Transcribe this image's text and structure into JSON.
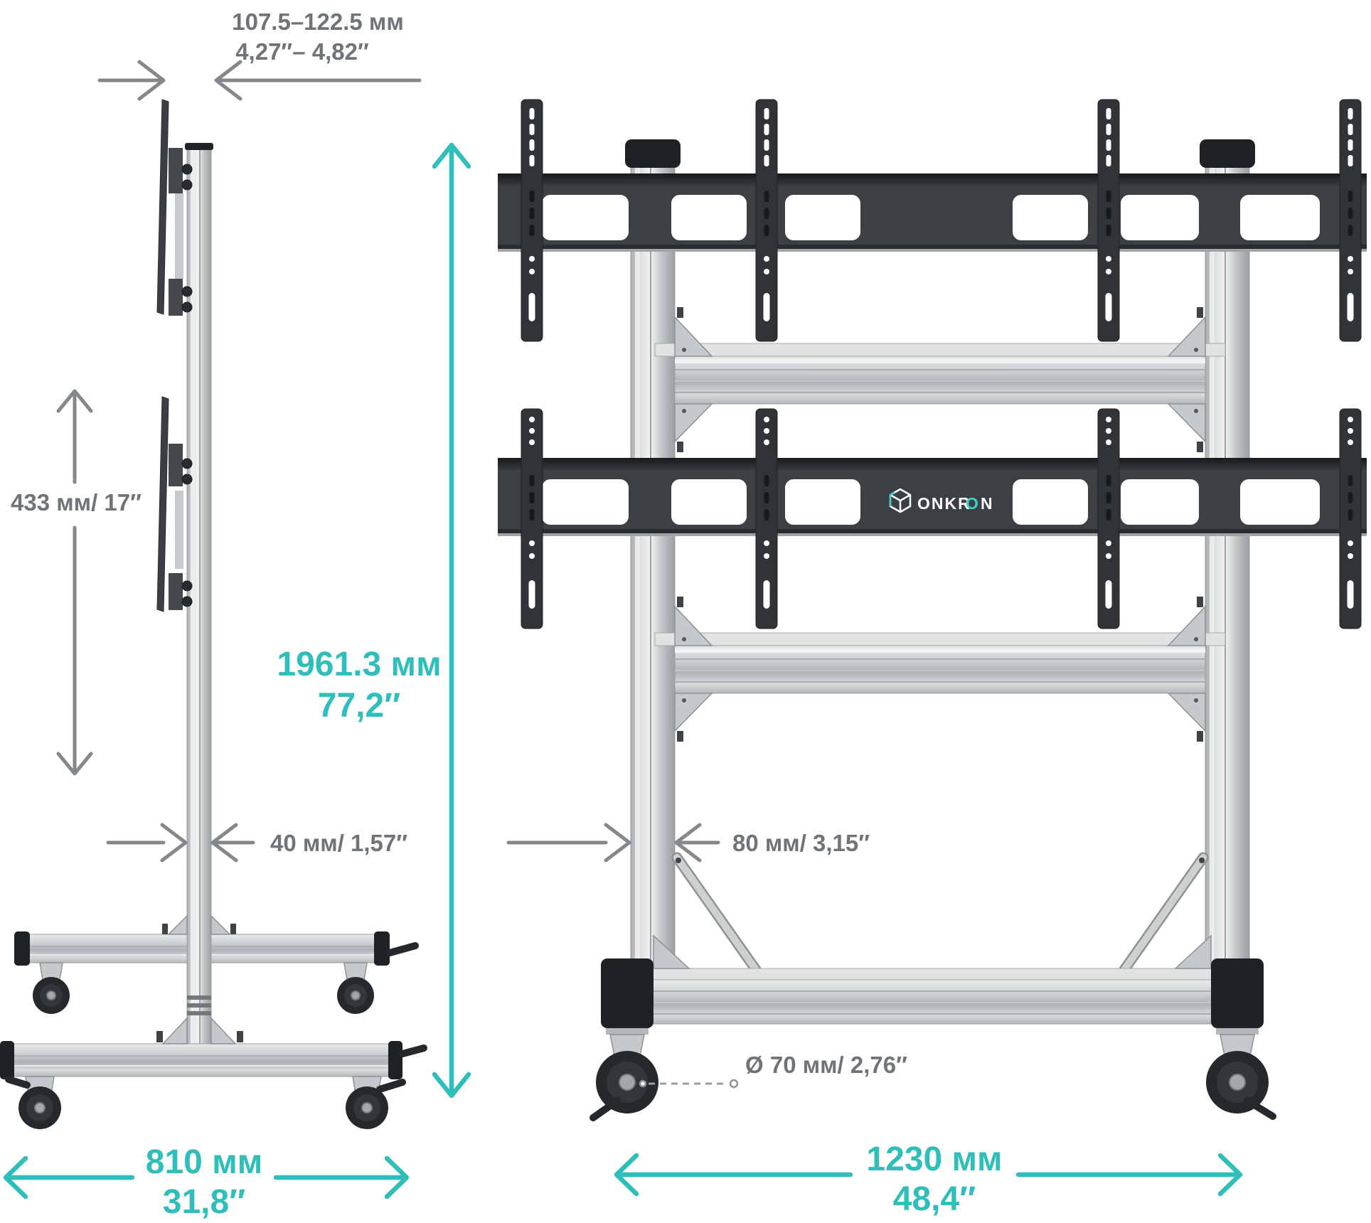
{
  "page": {
    "background": "#ffffff",
    "type": "product-dimension-diagram"
  },
  "colors": {
    "accent_teal": "#2FBEB9",
    "dimension_text_gray": "#6F7478",
    "arrow_gray": "#84888B",
    "rail_dark": "#3C4044",
    "aluminum_light": "#C9CCCE"
  },
  "brand": {
    "logo_part1": "ONKR",
    "logo_part2": "O",
    "logo_part3": "N"
  },
  "dimensions": {
    "mount_depth": {
      "mm": "107.5–122.5 мм",
      "inch": "4,27″– 4,82″"
    },
    "bracket_span": {
      "label": "433 мм/ 17″"
    },
    "column_depth": {
      "label": "40 мм/ 1,57″"
    },
    "total_height": {
      "mm": "1961.3 мм",
      "inch": "77,2″"
    },
    "base_depth": {
      "mm": "810 мм",
      "inch": "31,8″"
    },
    "column_width": {
      "label": "80 мм/ 3,15″"
    },
    "caster_diameter": {
      "label": "Ø 70 мм/ 2,76″"
    },
    "base_width": {
      "mm": "1230 мм",
      "inch": "48,4″"
    }
  }
}
